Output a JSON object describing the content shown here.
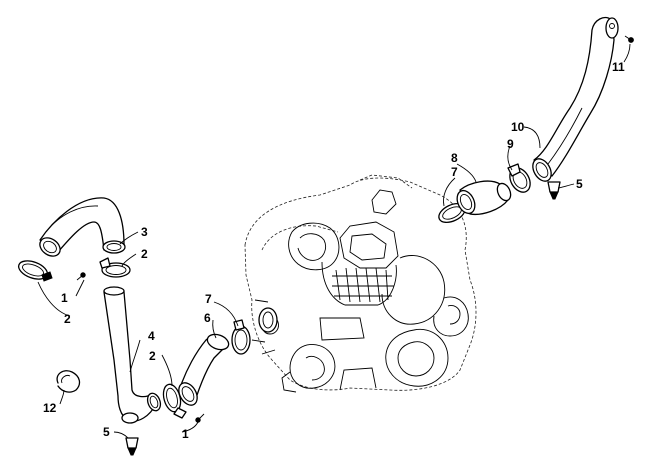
{
  "callouts": [
    {
      "label": "1"
    },
    {
      "label": "2"
    },
    {
      "label": "3"
    },
    {
      "label": "2"
    },
    {
      "label": "4"
    },
    {
      "label": "2"
    },
    {
      "label": "6"
    },
    {
      "label": "7"
    },
    {
      "label": "5"
    },
    {
      "label": "1"
    },
    {
      "label": "12"
    },
    {
      "label": "8"
    },
    {
      "label": "7"
    },
    {
      "label": "9"
    },
    {
      "label": "10"
    },
    {
      "label": "11"
    },
    {
      "label": "5"
    }
  ]
}
